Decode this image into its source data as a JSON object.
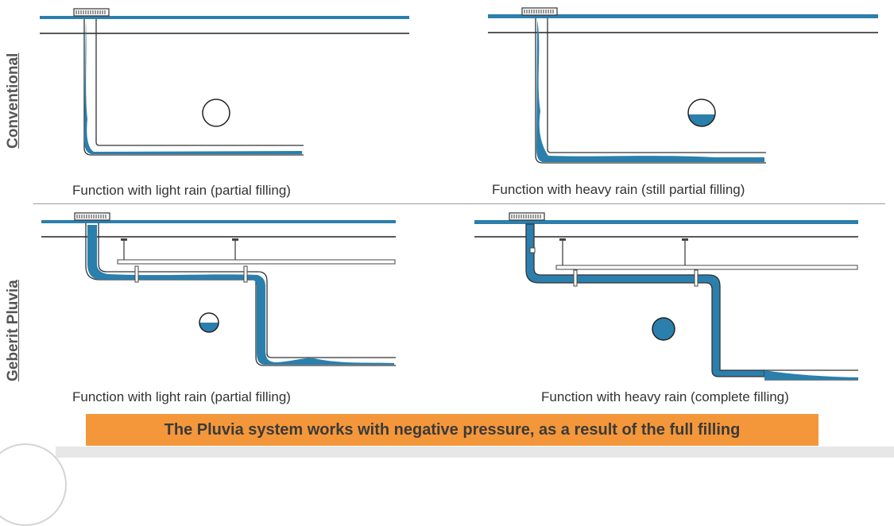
{
  "labels": {
    "conventional": "Conventional",
    "pluvia": "Geberit Pluvia"
  },
  "captions": {
    "conv_light": "Function with light rain (partial filling)",
    "conv_heavy": "Function with heavy rain (still partial filling)",
    "pluvia_light": "Function with light rain (partial filling)",
    "pluvia_heavy": "Function with heavy rain (complete filling)"
  },
  "banner": "The Pluvia system works with negative pressure, as a result of the full filling",
  "colors": {
    "water": "#2b7fad",
    "banner": "#f4973a",
    "outline": "#222222"
  }
}
